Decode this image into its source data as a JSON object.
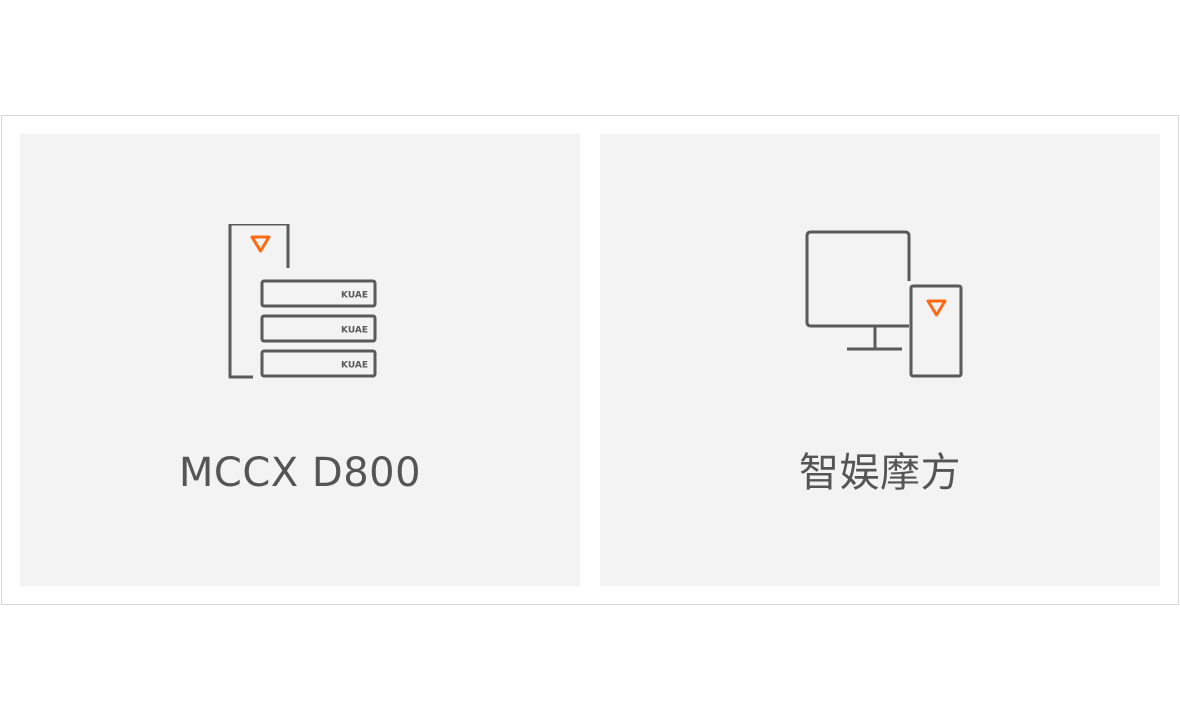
{
  "cards": [
    {
      "title": "MCCX D800",
      "icon": "server-cluster-icon",
      "rack_labels": [
        "KUAE",
        "KUAE",
        "KUAE"
      ]
    },
    {
      "title": "智娱摩方",
      "icon": "desktop-and-phone-icon"
    }
  ],
  "colors": {
    "accent": "#ff6a13",
    "icon_stroke": "#5a5a5a",
    "title": "#555555",
    "card_bg": "#f3f3f3",
    "border": "#d8d8d8"
  }
}
